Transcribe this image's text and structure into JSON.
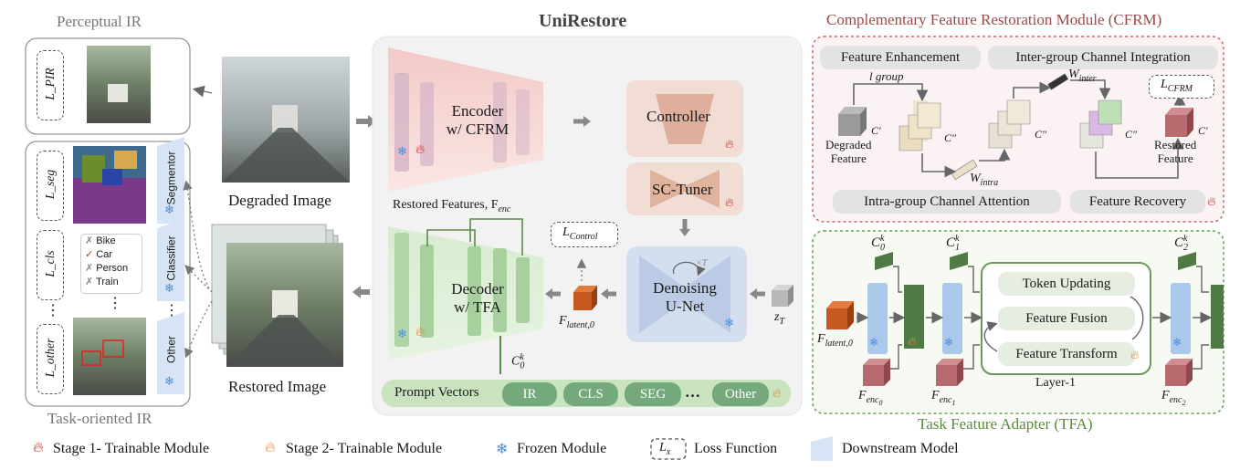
{
  "perceptual_ir": {
    "title": "Perceptual IR",
    "loss": "L_PIR"
  },
  "task_ir": {
    "title": "Task-oriented IR",
    "losses": [
      "L_seg",
      "L_cls",
      "L_other"
    ],
    "models": [
      "Segmentor",
      "Classifier",
      "Other"
    ],
    "classes": [
      {
        "mark": "✗",
        "name": "Bike"
      },
      {
        "mark": "✓",
        "name": "Car"
      },
      {
        "mark": "✗",
        "name": "Person"
      },
      {
        "mark": "✗",
        "name": "Train"
      }
    ],
    "ellipsis": "⋮"
  },
  "images": {
    "degraded": "Degraded Image",
    "restored": "Restored Image"
  },
  "unirestore": {
    "title": "UniRestore",
    "encoder": [
      "Encoder",
      "w/ CFRM"
    ],
    "decoder": [
      "Decoder",
      "w/ TFA"
    ],
    "controller": "Controller",
    "sc_tuner": "SC-Tuner",
    "unet": [
      "Denoising",
      "U-Net"
    ],
    "xT": "×T",
    "restored_features": "Restored Features, F",
    "restored_features_sub": "enc",
    "l_control": "L",
    "l_control_sub": "Control",
    "f_latent": "F",
    "f_latent_sub": "latent,0",
    "z_t": "z",
    "z_t_sub": "T",
    "c0k": "C",
    "c0k_sub": "0",
    "c0k_sup": "k",
    "prompt_label": "Prompt Vectors",
    "prompts": [
      "IR",
      "CLS",
      "SEG",
      "…",
      "Other"
    ]
  },
  "cfrm": {
    "title": "Complementary Feature Restoration Module (CFRM)",
    "labels": {
      "feature_enhancement": "Feature Enhancement",
      "inter_group": "Inter-group Channel Integration",
      "intra_group": "Intra-group Channel Attention",
      "feature_recovery": "Feature Recovery",
      "l_group": "l group",
      "degraded_feature": [
        "Degraded",
        "Feature"
      ],
      "restored_feature": [
        "Restored",
        "Feature"
      ],
      "w_inter": "inter",
      "w_intra": "intra",
      "loss": "CFRM",
      "c_prime": "C′",
      "c_double": "C″"
    }
  },
  "tfa": {
    "title": "Task Feature Adapter (TFA)",
    "layer_items": [
      "Token Updating",
      "Feature Fusion",
      "Feature Transform"
    ],
    "layer_label": "Layer-1",
    "ck": [
      "0",
      "1",
      "2"
    ],
    "fenc": [
      "0",
      "1",
      "2"
    ],
    "f_latent_sub": "latent,0"
  },
  "legend": {
    "stage1": "Stage 1- Trainable Module",
    "stage2": "Stage 2- Trainable Module",
    "frozen": "Frozen Module",
    "loss": "Loss Function",
    "loss_sym": "x",
    "downstream": "Downstream Model"
  },
  "colors": {
    "stage1": "#d42a1b",
    "stage2": "#e8853a",
    "frozen": "#4d8fd6",
    "cfrm_border": "#c96a6a",
    "tfa_border": "#6a9a5a",
    "cfrm_title": "#9a4a4a",
    "tfa_title": "#5b8a3b"
  }
}
